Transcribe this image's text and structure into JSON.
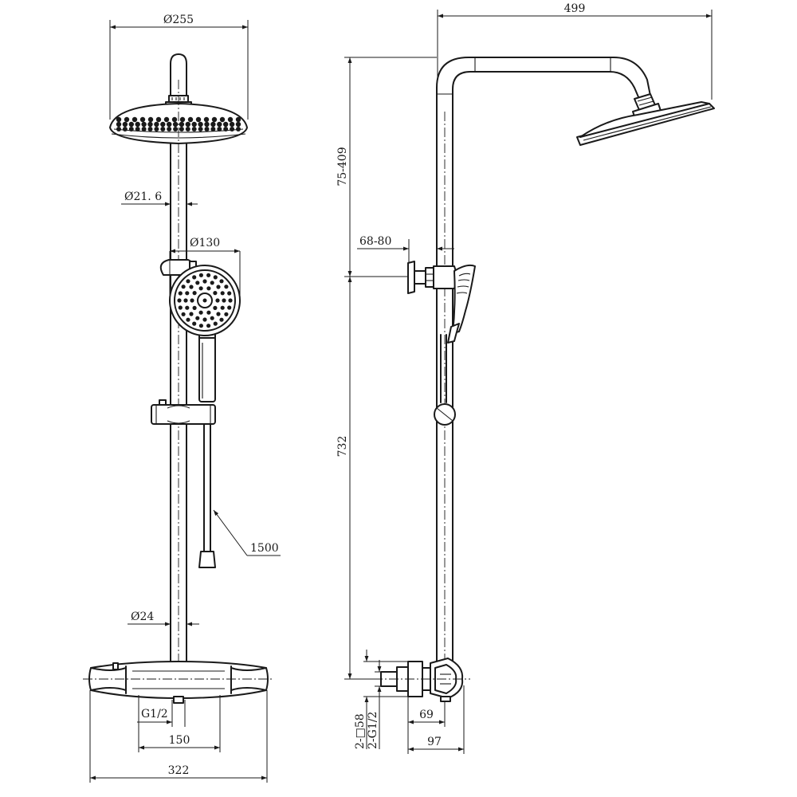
{
  "dimensions": {
    "head_diameter": "Ø255",
    "pipe_diameter": "Ø21. 6",
    "hand_diameter": "Ø130",
    "hose_length": "1500",
    "riser_diameter": "Ø24",
    "inlet_thread": "G1/2",
    "inlet_spacing": "150",
    "mixer_width": "322",
    "arm_reach": "499",
    "arm_height_range": "75-409",
    "bracket_offset_range": "68-80",
    "riser_height": "732",
    "square_size": "2-□58",
    "thread_pair": "2-G1/2",
    "mixer_depth": "69",
    "total_depth": "97"
  }
}
